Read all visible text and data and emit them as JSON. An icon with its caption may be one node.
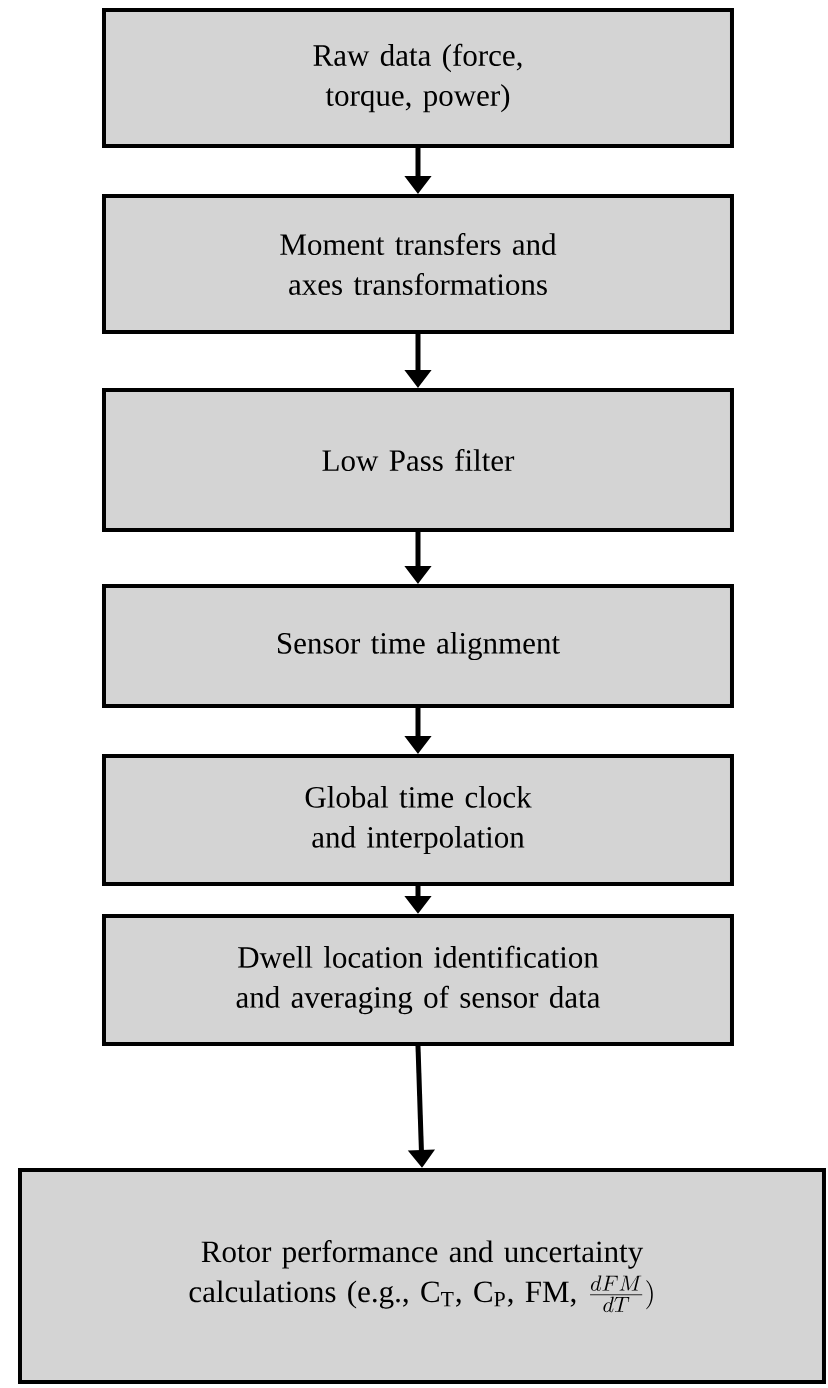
{
  "diagram": {
    "nodes": [
      {
        "text": [
          "Raw data (force, torque, power)"
        ]
      },
      {
        "text": [
          "Moment transfers and axes transformations"
        ]
      },
      {
        "text": [
          "Low Pass filter"
        ]
      },
      {
        "text": [
          "Sensor time alignment"
        ]
      },
      {
        "text": [
          "Global time clock and interpolation"
        ]
      },
      {
        "text": [
          "Dwell location identification and averaging of sensor data"
        ]
      },
      {
        "text": [
          "Rotor performance and uncertainty calculations (e.g., C$_{T}$, C$_{P}$, FM,",
          "\\frac{dFM}{dT})"
        ]
      }
    ],
    "edges": [
      {
        "from": 0,
        "to": 1,
        "arrow": "to"
      },
      {
        "from": 1,
        "to": 2,
        "arrow": "to"
      },
      {
        "from": 2,
        "to": 3,
        "arrow": "to"
      },
      {
        "from": 3,
        "to": 4,
        "arrow": "to"
      },
      {
        "from": 4,
        "to": 5,
        "arrow": "to"
      },
      {
        "from": 5,
        "to": 6,
        "arrow": "to"
      }
    ]
  }
}
